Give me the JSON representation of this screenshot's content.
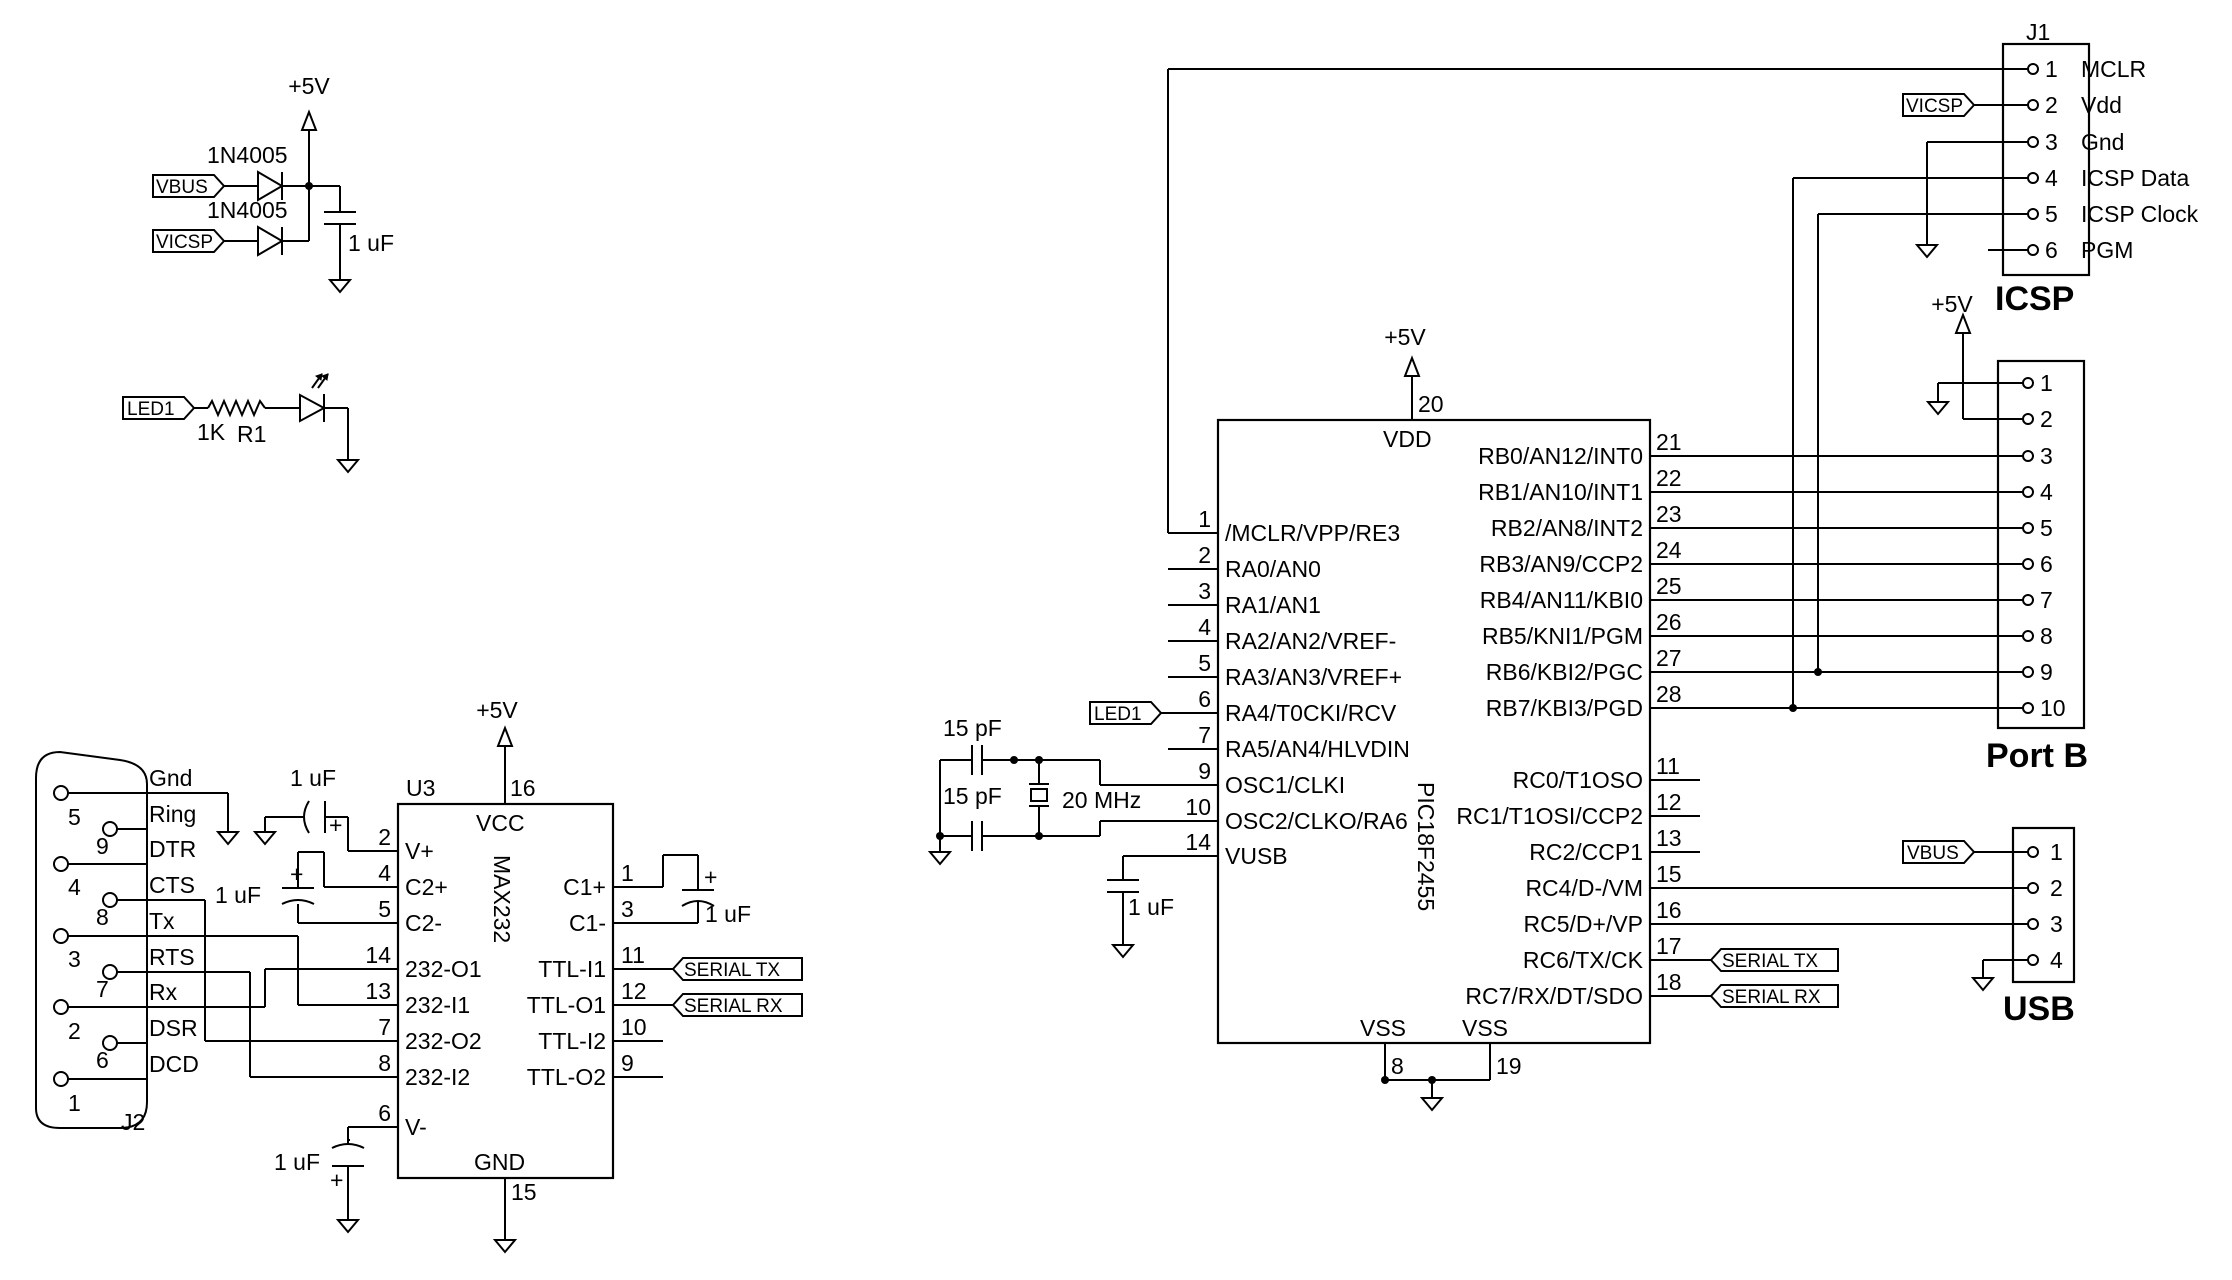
{
  "power": {
    "plus5v": "+5V"
  },
  "diodes": {
    "d1": "1N4005",
    "d2": "1N4005"
  },
  "caps": {
    "c_filter": "1 uF",
    "c_usb": "1 uF",
    "c_xtal1": "15 pF",
    "c_xtal2": "15 pF",
    "c_max_v": "1 uF",
    "c_max_c2": "1 uF",
    "c_max_c1": "1 uF",
    "c_max_vm": "1 uF"
  },
  "crystal": {
    "label": "20 MHz"
  },
  "resistor": {
    "value": "1K",
    "ref": "R1"
  },
  "net_flags": {
    "vbus": "VBUS",
    "vicsp": "VICSP",
    "led1": "LED1",
    "serial_tx": "SERIAL TX",
    "serial_rx": "SERIAL RX"
  },
  "mcu": {
    "part": "PIC18F2455",
    "vdd_label": "VDD",
    "vdd_pin": "20",
    "vss_label": "VSS",
    "vss_pins": [
      "8",
      "19"
    ],
    "left_pins": [
      {
        "num": "1",
        "name": "/MCLR/VPP/RE3"
      },
      {
        "num": "2",
        "name": "RA0/AN0"
      },
      {
        "num": "3",
        "name": "RA1/AN1"
      },
      {
        "num": "4",
        "name": "RA2/AN2/VREF-"
      },
      {
        "num": "5",
        "name": "RA3/AN3/VREF+"
      },
      {
        "num": "6",
        "name": "RA4/T0CKI/RCV"
      },
      {
        "num": "7",
        "name": "RA5/AN4/HLVDIN"
      },
      {
        "num": "9",
        "name": "OSC1/CLKI"
      },
      {
        "num": "10",
        "name": "OSC2/CLKO/RA6"
      },
      {
        "num": "14",
        "name": "VUSB"
      }
    ],
    "right_pins": [
      {
        "num": "21",
        "name": "RB0/AN12/INT0"
      },
      {
        "num": "22",
        "name": "RB1/AN10/INT1"
      },
      {
        "num": "23",
        "name": "RB2/AN8/INT2"
      },
      {
        "num": "24",
        "name": "RB3/AN9/CCP2"
      },
      {
        "num": "25",
        "name": "RB4/AN11/KBI0"
      },
      {
        "num": "26",
        "name": "RB5/KNI1/PGM"
      },
      {
        "num": "27",
        "name": "RB6/KBI2/PGC"
      },
      {
        "num": "28",
        "name": "RB7/KBI3/PGD"
      },
      {
        "num": "11",
        "name": "RC0/T1OSO"
      },
      {
        "num": "12",
        "name": "RC1/T1OSI/CCP2"
      },
      {
        "num": "13",
        "name": "RC2/CCP1"
      },
      {
        "num": "15",
        "name": "RC4/D-/VM"
      },
      {
        "num": "16",
        "name": "RC5/D+/VP"
      },
      {
        "num": "17",
        "name": "RC6/TX/CK"
      },
      {
        "num": "18",
        "name": "RC7/RX/DT/SDO"
      }
    ]
  },
  "max232": {
    "ref": "U3",
    "part": "MAX232",
    "vcc_label": "VCC",
    "vcc_pin": "16",
    "gnd_label": "GND",
    "gnd_pin": "15",
    "left_pins": [
      {
        "num": "2",
        "name": "V+"
      },
      {
        "num": "4",
        "name": "C2+"
      },
      {
        "num": "5",
        "name": "C2-"
      },
      {
        "num": "14",
        "name": "232-O1"
      },
      {
        "num": "13",
        "name": "232-I1"
      },
      {
        "num": "7",
        "name": "232-O2"
      },
      {
        "num": "8",
        "name": "232-I2"
      },
      {
        "num": "6",
        "name": "V-"
      }
    ],
    "right_pins": [
      {
        "num": "1",
        "name": "C1+"
      },
      {
        "num": "3",
        "name": "C1-"
      },
      {
        "num": "11",
        "name": "TTL-I1"
      },
      {
        "num": "12",
        "name": "TTL-O1"
      },
      {
        "num": "10",
        "name": "TTL-I2"
      },
      {
        "num": "9",
        "name": "TTL-O2"
      }
    ]
  },
  "icsp": {
    "ref": "J1",
    "title": "ICSP",
    "pins": [
      {
        "num": "1",
        "name": "MCLR"
      },
      {
        "num": "2",
        "name": "Vdd"
      },
      {
        "num": "3",
        "name": "Gnd"
      },
      {
        "num": "4",
        "name": "ICSP Data"
      },
      {
        "num": "5",
        "name": "ICSP Clock"
      },
      {
        "num": "6",
        "name": "PGM"
      }
    ]
  },
  "portb": {
    "title": "Port B",
    "pins": [
      "1",
      "2",
      "3",
      "4",
      "5",
      "6",
      "7",
      "8",
      "9",
      "10"
    ]
  },
  "usb": {
    "title": "USB",
    "pins": [
      "1",
      "2",
      "3",
      "4"
    ]
  },
  "db9": {
    "ref": "J2",
    "signals": [
      "Gnd",
      "Ring",
      "DTR",
      "CTS",
      "Tx",
      "RTS",
      "Rx",
      "DSR",
      "DCD"
    ],
    "pins": [
      "5",
      "9",
      "4",
      "8",
      "3",
      "7",
      "2",
      "6",
      "1"
    ]
  }
}
